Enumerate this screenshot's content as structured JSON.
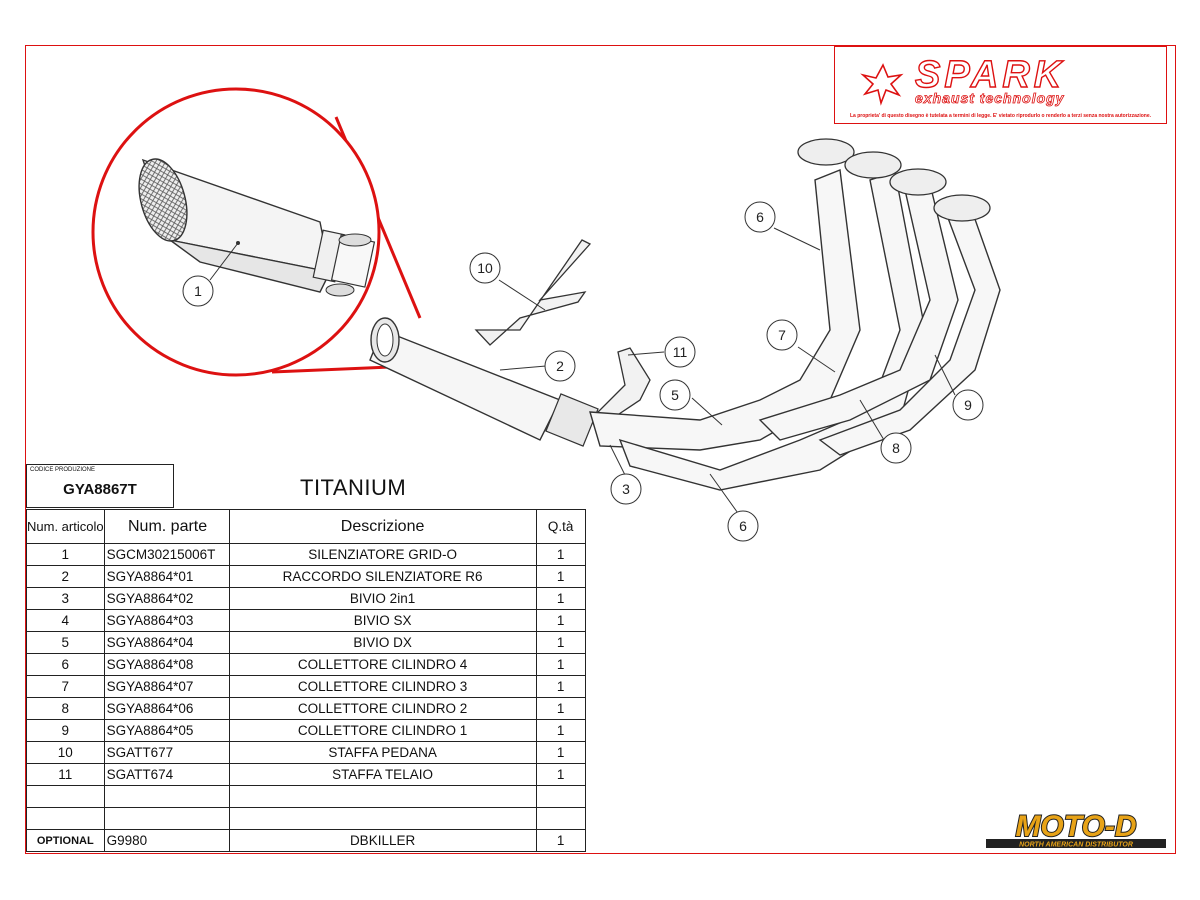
{
  "logo": {
    "brand": "SPARK",
    "tagline": "exhaust technology",
    "notice": "La proprieta' di questo disegno è tutelata a termini di legge. E' vietato riprodurlo o renderlo a terzi senza nostra autorizzazione."
  },
  "production": {
    "label": "CODICE PRODUZIONE",
    "code": "GYA8867T"
  },
  "material": "TITANIUM",
  "table": {
    "headers": {
      "num": "Num. articolo",
      "part": "Num. parte",
      "desc": "Descrizione",
      "qty": "Q.tà"
    },
    "rows": [
      {
        "num": "1",
        "part": "SGCM30215006T",
        "desc": "SILENZIATORE GRID-O",
        "qty": "1"
      },
      {
        "num": "2",
        "part": "SGYA8864*01",
        "desc": "RACCORDO SILENZIATORE R6",
        "qty": "1"
      },
      {
        "num": "3",
        "part": "SGYA8864*02",
        "desc": "BIVIO 2in1",
        "qty": "1"
      },
      {
        "num": "4",
        "part": "SGYA8864*03",
        "desc": "BIVIO SX",
        "qty": "1"
      },
      {
        "num": "5",
        "part": "SGYA8864*04",
        "desc": "BIVIO DX",
        "qty": "1"
      },
      {
        "num": "6",
        "part": "SGYA8864*08",
        "desc": "COLLETTORE CILINDRO 4",
        "qty": "1"
      },
      {
        "num": "7",
        "part": "SGYA8864*07",
        "desc": "COLLETTORE CILINDRO 3",
        "qty": "1"
      },
      {
        "num": "8",
        "part": "SGYA8864*06",
        "desc": "COLLETTORE CILINDRO 2",
        "qty": "1"
      },
      {
        "num": "9",
        "part": "SGYA8864*05",
        "desc": "COLLETTORE CILINDRO 1",
        "qty": "1"
      },
      {
        "num": "10",
        "part": "SGATT677",
        "desc": "STAFFA PEDANA",
        "qty": "1"
      },
      {
        "num": "11",
        "part": "SGATT674",
        "desc": "STAFFA TELAIO",
        "qty": "1"
      }
    ],
    "optional": {
      "num": "OPTIONAL",
      "part": "G9980",
      "desc": "DBKILLER",
      "qty": "1"
    }
  },
  "callouts": [
    "1",
    "10",
    "2",
    "11",
    "5",
    "3",
    "6",
    "7",
    "9",
    "8",
    "6"
  ],
  "distributor": {
    "brand": "MOTO-D",
    "tagline": "NORTH AMERICAN DISTRIBUTOR"
  },
  "colors": {
    "frame": "#d11111",
    "logo_red": "#d11111",
    "motod_gold": "#e8a317"
  }
}
